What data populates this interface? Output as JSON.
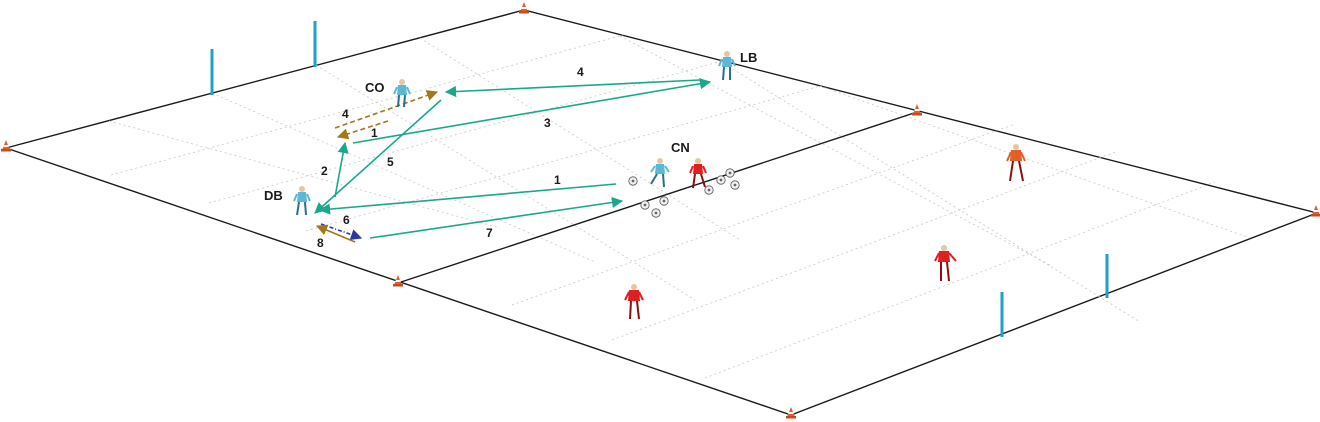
{
  "players": {
    "co": {
      "label": "CO"
    },
    "lb": {
      "label": "LB"
    },
    "cn": {
      "label": "CN"
    },
    "db": {
      "label": "DB"
    }
  },
  "sequence": {
    "co_db_pass": "1",
    "db_co_pass": "2",
    "co_lb_pass": "3",
    "lb_co_pass": "4",
    "co_side_pass": "4",
    "co_db_long": "5",
    "cn_db_pass": "1",
    "db_short_pass": "6",
    "db_cn_pass": "7",
    "db_return": "8"
  },
  "colors": {
    "attack_team": "#5bb8d6",
    "defend_team": "#e02020",
    "pass_arrow": "#1aa88c",
    "run_arrow_gold": "#a0781e",
    "run_arrow_blue": "#2a3aa0",
    "pole": "#1fa0c4",
    "cone": "#e0602a",
    "field_line": "#1a1a1a",
    "grid": "#c8c8c8"
  }
}
